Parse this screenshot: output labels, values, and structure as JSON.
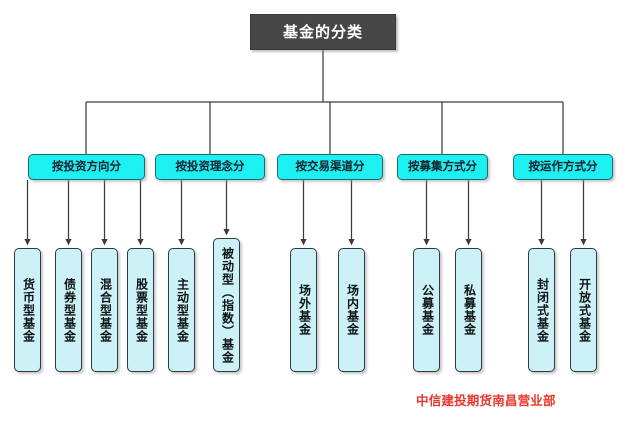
{
  "diagram": {
    "title": "基金的分类",
    "footer_credit": "中信建投期货南昌营业部",
    "colors": {
      "root_fill": "#464646",
      "root_text": "#ffffff",
      "category_fill": "#1cf0f0",
      "category_border": "#1d6b6e",
      "category_text": "#16212e",
      "leaf_fill": "#ccf2f8",
      "leaf_border": "#2d3b42",
      "leaf_text": "#0f1416",
      "connector": "#3c3c3c",
      "credit_text": "#e8372b",
      "background": "#ffffff"
    },
    "categories": [
      {
        "label": "按投资方向分",
        "leaves": [
          {
            "label": "货币型基金"
          },
          {
            "label": "债券型基金"
          },
          {
            "label": "混合型基金"
          },
          {
            "label": "股票型基金"
          }
        ]
      },
      {
        "label": "按投资理念分",
        "leaves": [
          {
            "label": "主动型基金"
          },
          {
            "label": "被动型（指数）基金"
          }
        ]
      },
      {
        "label": "按交易渠道分",
        "leaves": [
          {
            "label": "场外基金"
          },
          {
            "label": "场内基金"
          }
        ]
      },
      {
        "label": "按募集方式分",
        "leaves": [
          {
            "label": "公募基金"
          },
          {
            "label": "私募基金"
          }
        ]
      },
      {
        "label": "按运作方式分",
        "leaves": [
          {
            "label": "封闭式基金"
          },
          {
            "label": "开放式基金"
          }
        ]
      }
    ]
  }
}
